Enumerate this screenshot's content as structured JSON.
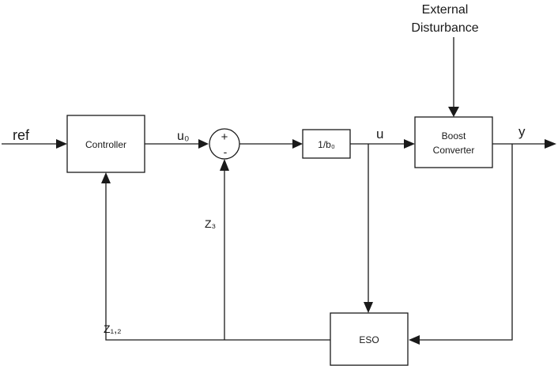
{
  "external_disturbance": {
    "line1": "External",
    "line2": "Disturbance"
  },
  "inputs": {
    "ref": "ref"
  },
  "blocks": {
    "controller": "Controller",
    "gain": "1/b₀",
    "plant": {
      "line1": "Boost",
      "line2": "Converter"
    },
    "observer": "ESO"
  },
  "summer": {
    "plus": "+",
    "minus": "-"
  },
  "signals": {
    "u0": "u₀",
    "u": "u",
    "y": "y",
    "z3": "Z₃",
    "z12": "Z₁,₂"
  },
  "colors": {
    "line": "#1a1a1a",
    "background": "#ffffff"
  }
}
